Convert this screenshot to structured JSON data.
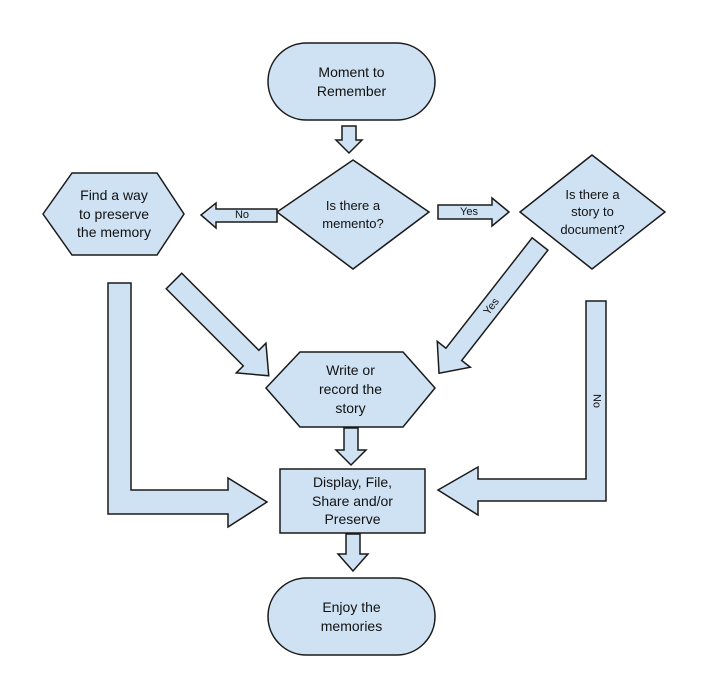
{
  "theme": {
    "canvas_bg": "#ffffff",
    "shape_fill": "#cfe2f3",
    "shape_stroke": "#1a1a1a",
    "text_color": "#111111"
  },
  "nodes": {
    "start": {
      "type": "terminator",
      "label": "Moment to\nRemember"
    },
    "memento": {
      "type": "decision",
      "label": "Is there a\nmemento?"
    },
    "preserve": {
      "type": "hexagon",
      "label": "Find a way\nto preserve\nthe memory"
    },
    "story": {
      "type": "decision",
      "label": "Is there a\nstory to\ndocument?"
    },
    "write": {
      "type": "hexagon",
      "label": "Write or\nrecord the\nstory"
    },
    "display": {
      "type": "process",
      "label": "Display, File,\nShare and/or\nPreserve"
    },
    "enjoy": {
      "type": "terminator",
      "label": "Enjoy the\nmemories"
    }
  },
  "edges": {
    "no_left": {
      "label": "No"
    },
    "yes_right": {
      "label": "Yes"
    },
    "yes_diagonal": {
      "label": "Yes"
    },
    "no_vertical": {
      "label": "No"
    }
  }
}
